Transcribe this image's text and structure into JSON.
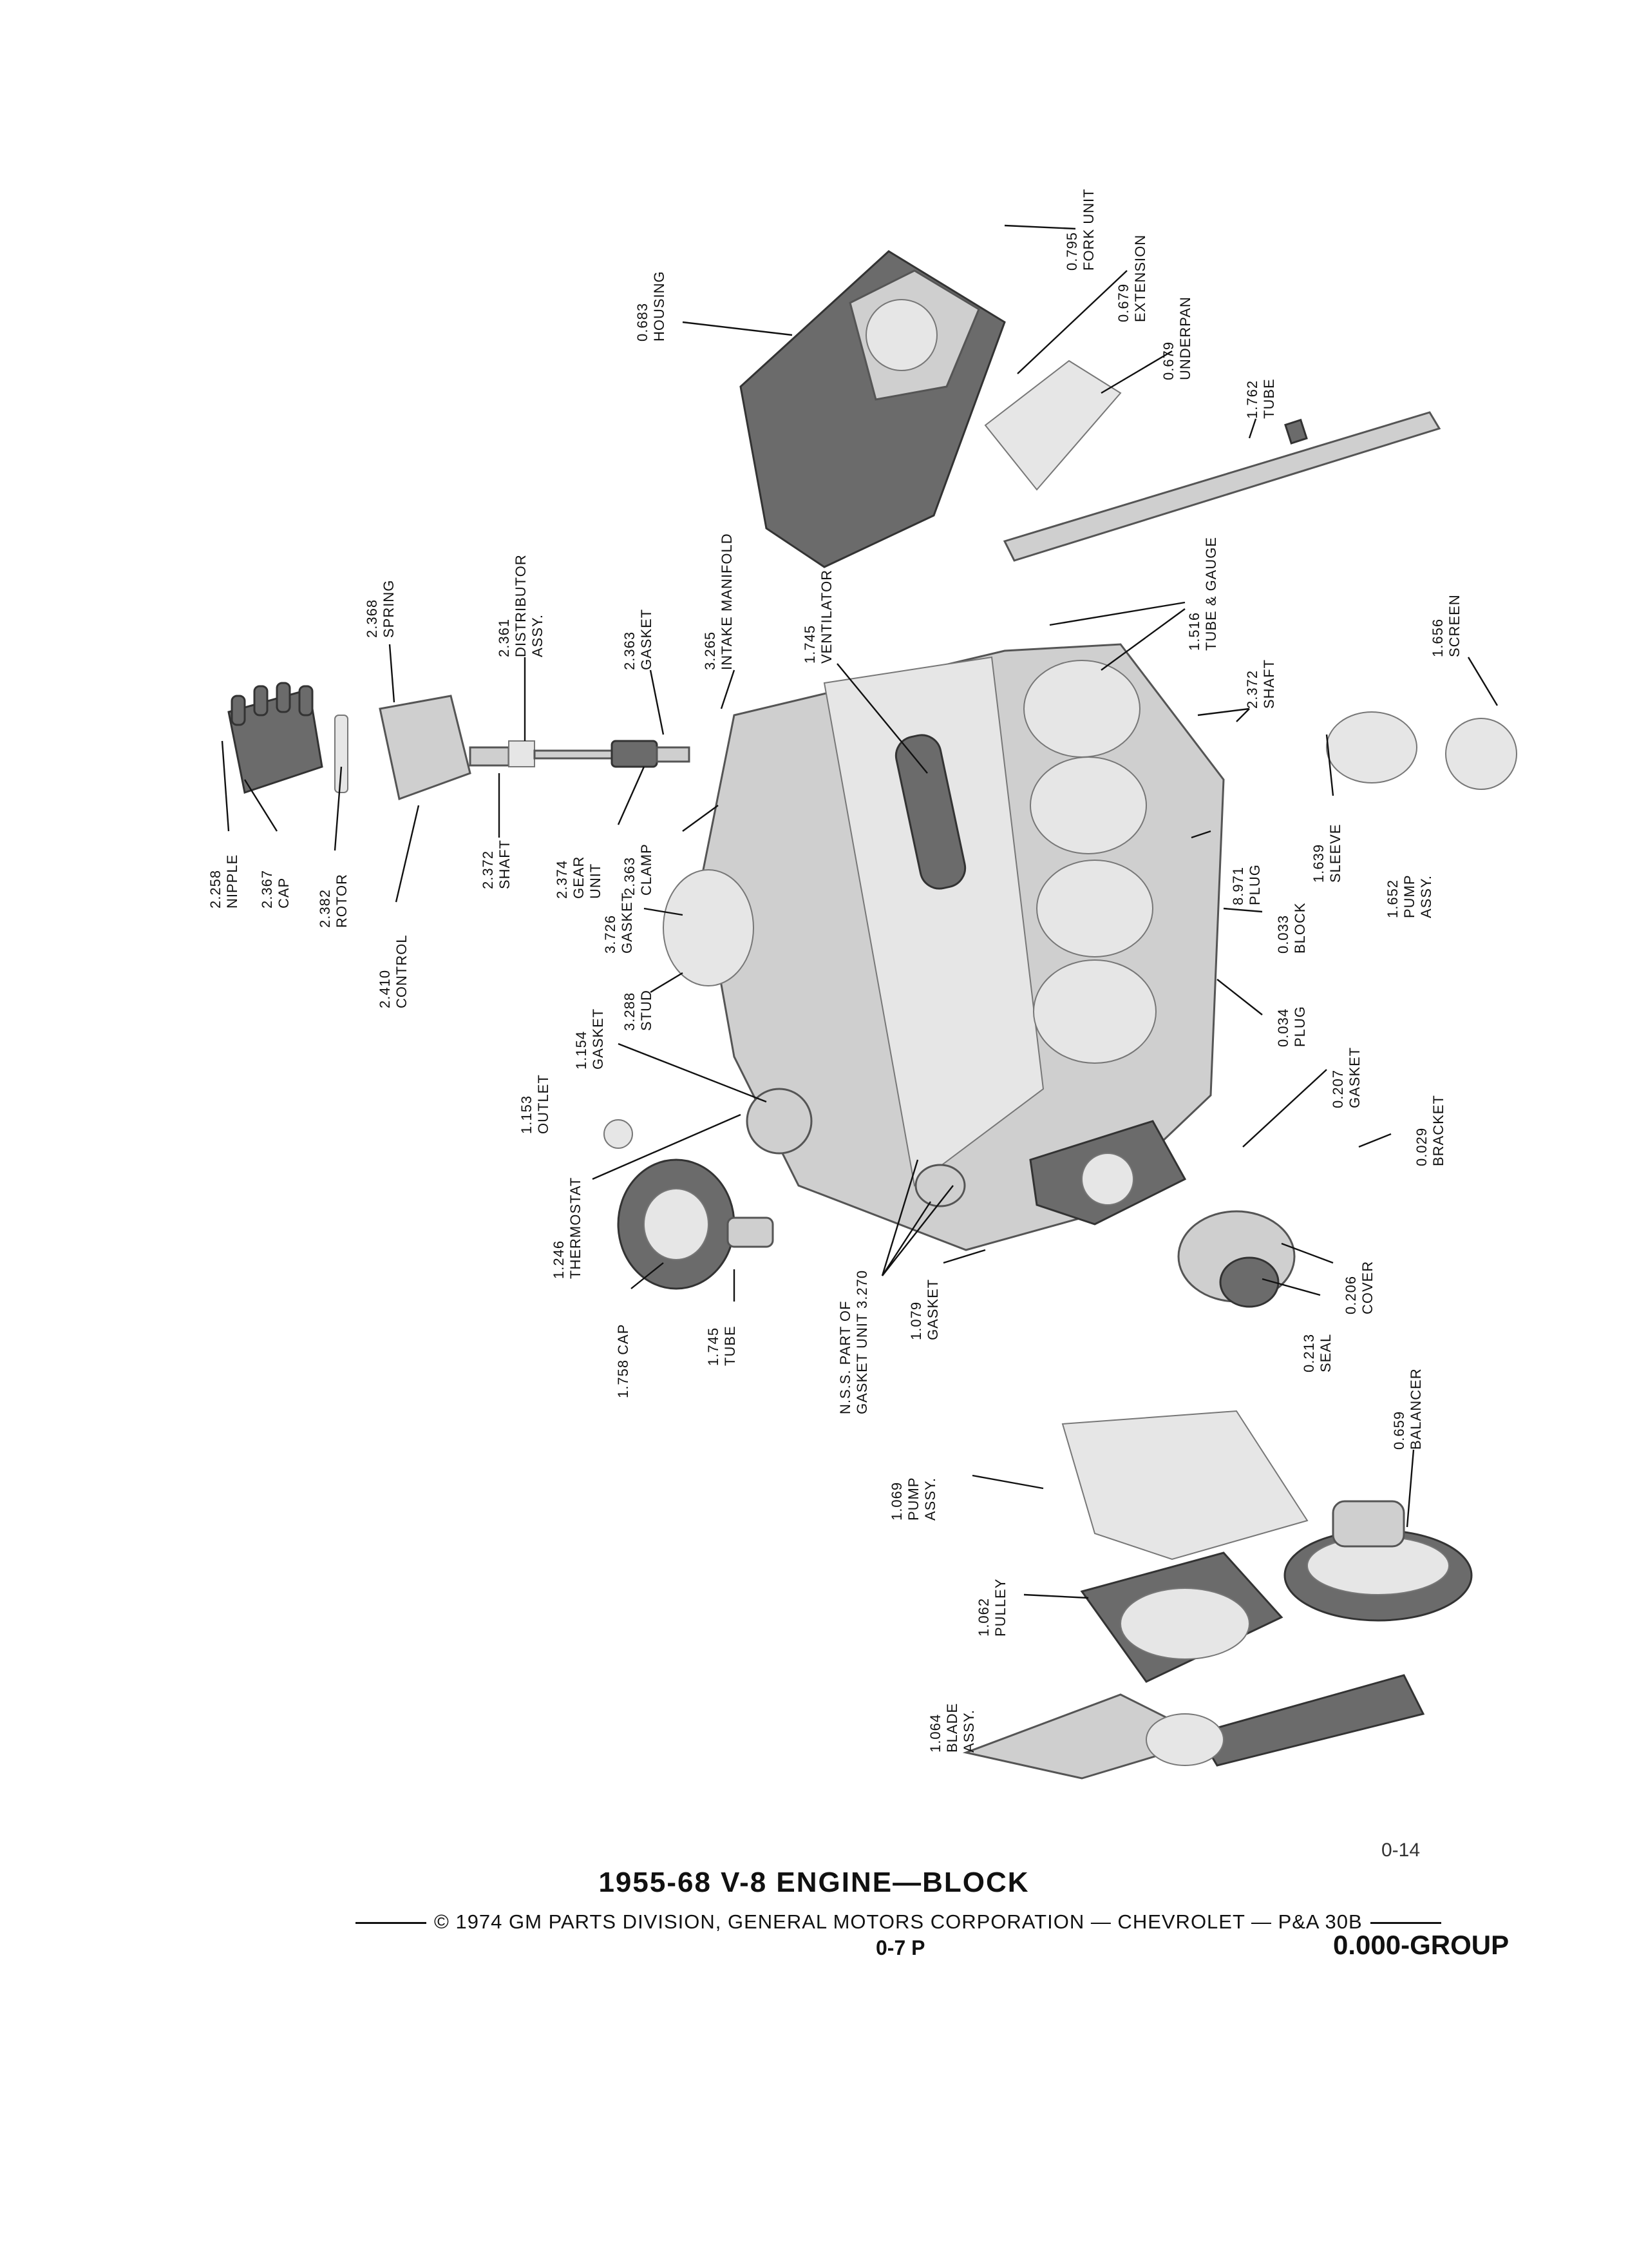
{
  "figure_code": "0-14",
  "title": "1955-68 V-8 ENGINE—BLOCK",
  "copyright": "© 1974 GM PARTS DIVISION, GENERAL MOTORS CORPORATION — CHEVROLET — P&A 30B",
  "page_number": "0-7 P",
  "group": "0.000-GROUP",
  "callouts": [
    {
      "number": "0.795",
      "name": "FORK UNIT"
    },
    {
      "number": "0.679",
      "name": "EXTENSION"
    },
    {
      "number": "0.679",
      "name": "UNDERPAN"
    },
    {
      "number": "1.762",
      "name": "TUBE"
    },
    {
      "number": "0.683",
      "name": "HOUSING"
    },
    {
      "number": "2.368",
      "name": "SPRING"
    },
    {
      "number": "2.361",
      "name": "DISTRIBUTOR",
      "name2": "ASSY."
    },
    {
      "number": "2.363",
      "name": "GASKET"
    },
    {
      "number": "3.265",
      "name": "INTAKE MANIFOLD"
    },
    {
      "number": "1.745",
      "name": "VENTILATOR"
    },
    {
      "number": "1.516",
      "name": "TUBE & GAUGE"
    },
    {
      "number": "2.372",
      "name": "SHAFT"
    },
    {
      "number": "1.656",
      "name": "SCREEN"
    },
    {
      "number": "2.258",
      "name": "NIPPLE"
    },
    {
      "number": "2.367",
      "name": "CAP"
    },
    {
      "number": "2.382",
      "name": "ROTOR"
    },
    {
      "number": "2.410",
      "name": "CONTROL"
    },
    {
      "number": "2.372",
      "name": "SHAFT"
    },
    {
      "number": "2.374",
      "name": "GEAR",
      "name2": "UNIT"
    },
    {
      "number": "2.363",
      "name": "CLAMP"
    },
    {
      "number": "8.971",
      "name": "PLUG"
    },
    {
      "number": "1.639",
      "name": "SLEEVE"
    },
    {
      "number": "1.652",
      "name": "PUMP",
      "name2": "ASSY."
    },
    {
      "number": "3.726",
      "name": "GASKET"
    },
    {
      "number": "0.033",
      "name": "BLOCK"
    },
    {
      "number": "3.288",
      "name": "STUD"
    },
    {
      "number": "1.154",
      "name": "GASKET"
    },
    {
      "number": "0.034",
      "name": "PLUG"
    },
    {
      "number": "1.153",
      "name": "OUTLET"
    },
    {
      "number": "0.207",
      "name": "GASKET"
    },
    {
      "number": "0.029",
      "name": "BRACKET"
    },
    {
      "number": "1.246",
      "name": "THERMOSTAT"
    },
    {
      "number": "N.S.S. PART OF",
      "name": "GASKET UNIT 3.270"
    },
    {
      "number": "1.079",
      "name": "GASKET"
    },
    {
      "number": "0.206",
      "name": "COVER"
    },
    {
      "number": "0.213",
      "name": "SEAL"
    },
    {
      "number": "1.758 CAP",
      "name": ""
    },
    {
      "number": "1.745",
      "name": "TUBE"
    },
    {
      "number": "0.659",
      "name": "BALANCER"
    },
    {
      "number": "1.069",
      "name": "PUMP",
      "name2": "ASSY."
    },
    {
      "number": "1.062",
      "name": "PULLEY"
    },
    {
      "number": "1.064",
      "name": "BLADE",
      "name2": "ASSY."
    }
  ]
}
